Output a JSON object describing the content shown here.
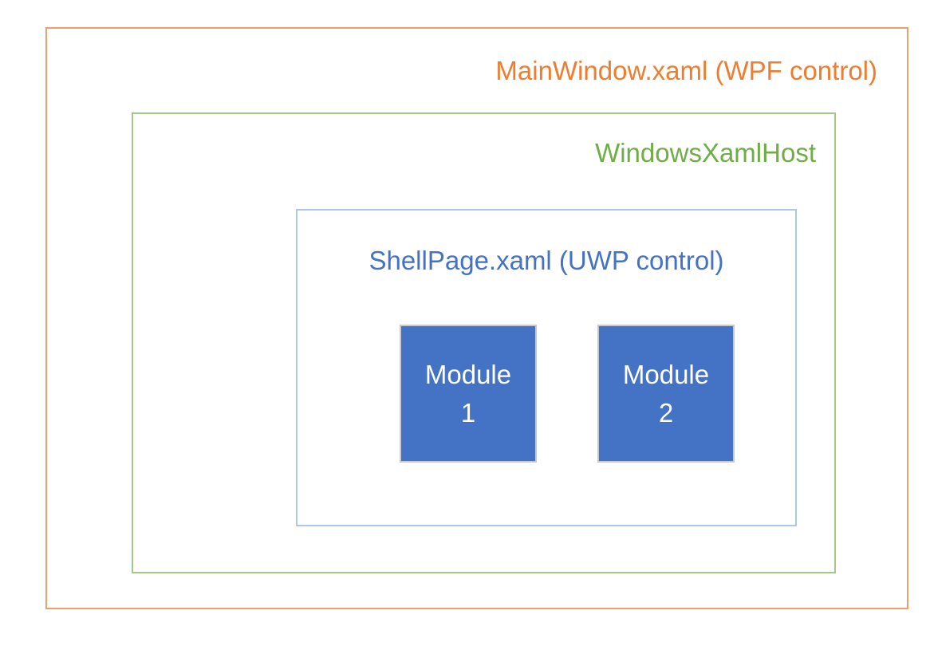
{
  "diagram": {
    "outer": {
      "label": "MainWindow.xaml (WPF control)",
      "text_color": "#ED7D31",
      "border_color": "#F09E6C"
    },
    "host": {
      "label": "WindowsXamlHost",
      "text_color": "#70AD47",
      "border_color": "#A2CA85"
    },
    "page": {
      "label": "ShellPage.xaml (UWP control)",
      "text_color": "#4472C4",
      "border_color": "#AEC6E9"
    },
    "modules": [
      {
        "name": "Module",
        "number": "1",
        "fill_color": "#4472C4",
        "text_color": "#FFFFFF"
      },
      {
        "name": "Module",
        "number": "2",
        "fill_color": "#4472C4",
        "text_color": "#FFFFFF"
      }
    ]
  }
}
